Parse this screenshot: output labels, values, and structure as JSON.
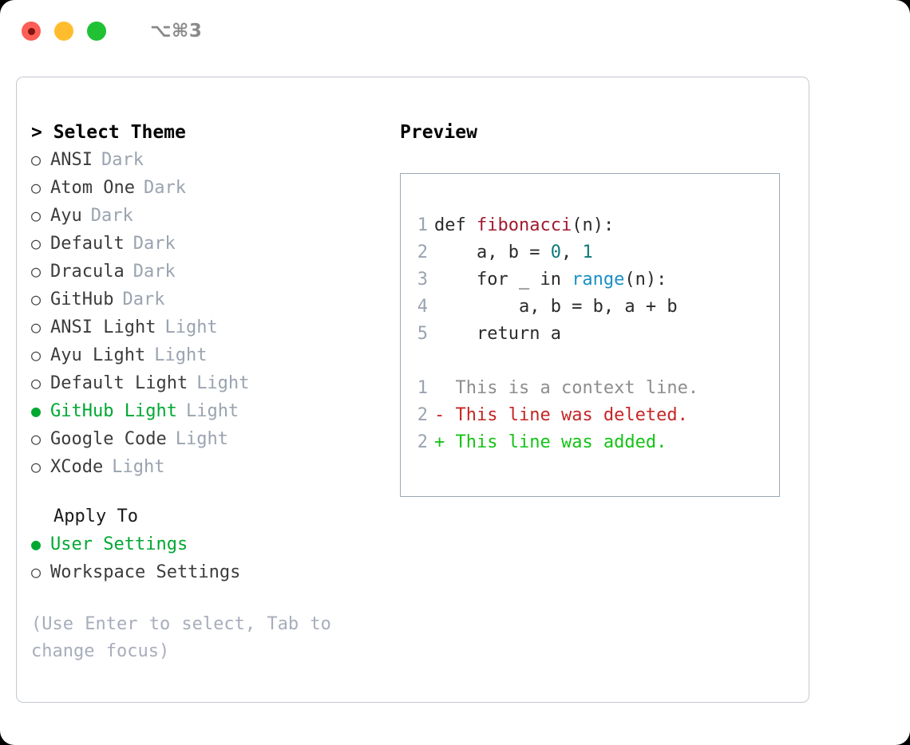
{
  "titlebar": {
    "shortcut": "⌥⌘3",
    "dots": [
      {
        "name": "close",
        "color": "#fd5e55"
      },
      {
        "name": "minimize",
        "color": "#ffbd2e"
      },
      {
        "name": "maximize",
        "color": "#21c135"
      }
    ]
  },
  "theme_list": {
    "header": "> Select Theme",
    "items": [
      {
        "marker": "○",
        "label": "ANSI",
        "variant": "Dark",
        "selected": false
      },
      {
        "marker": "○",
        "label": "Atom One",
        "variant": "Dark",
        "selected": false
      },
      {
        "marker": "○",
        "label": "Ayu",
        "variant": "Dark",
        "selected": false
      },
      {
        "marker": "○",
        "label": "Default",
        "variant": "Dark",
        "selected": false
      },
      {
        "marker": "○",
        "label": "Dracula",
        "variant": "Dark",
        "selected": false
      },
      {
        "marker": "○",
        "label": "GitHub",
        "variant": "Dark",
        "selected": false
      },
      {
        "marker": "○",
        "label": "ANSI Light",
        "variant": "Light",
        "selected": false
      },
      {
        "marker": "○",
        "label": "Ayu Light",
        "variant": "Light",
        "selected": false
      },
      {
        "marker": "○",
        "label": "Default Light",
        "variant": "Light",
        "selected": false
      },
      {
        "marker": "●",
        "label": "GitHub Light",
        "variant": "Light",
        "selected": true
      },
      {
        "marker": "○",
        "label": "Google Code",
        "variant": "Light",
        "selected": false
      },
      {
        "marker": "○",
        "label": "XCode",
        "variant": "Light",
        "selected": false
      }
    ]
  },
  "apply_to": {
    "header": "Apply To",
    "items": [
      {
        "marker": "●",
        "label": "User Settings",
        "selected": true
      },
      {
        "marker": "○",
        "label": "Workspace Settings",
        "selected": false
      }
    ]
  },
  "hint": "(Use Enter to select, Tab to change focus)",
  "preview": {
    "title": "Preview",
    "code_lines": [
      {
        "no": "1",
        "parts": [
          {
            "t": "def ",
            "c": "plain"
          },
          {
            "t": "fibonacci",
            "c": "fn"
          },
          {
            "t": "(n):",
            "c": "plain"
          }
        ]
      },
      {
        "no": "2",
        "parts": [
          {
            "t": "    a, b = ",
            "c": "plain"
          },
          {
            "t": "0",
            "c": "num"
          },
          {
            "t": ", ",
            "c": "plain"
          },
          {
            "t": "1",
            "c": "num"
          }
        ]
      },
      {
        "no": "3",
        "parts": [
          {
            "t": "    for _ in ",
            "c": "plain"
          },
          {
            "t": "range",
            "c": "kw"
          },
          {
            "t": "(n):",
            "c": "plain"
          }
        ]
      },
      {
        "no": "4",
        "parts": [
          {
            "t": "        a, b = b, a + b",
            "c": "plain"
          }
        ]
      },
      {
        "no": "5",
        "parts": [
          {
            "t": "    return a",
            "c": "plain"
          }
        ]
      }
    ],
    "diff_lines": [
      {
        "no": "1",
        "marker": "  ",
        "text": "This is a context line.",
        "kind": "ctx"
      },
      {
        "no": "2",
        "marker": "- ",
        "text": "This line was deleted.",
        "kind": "del"
      },
      {
        "no": "2",
        "marker": "+ ",
        "text": "This line was added.",
        "kind": "add"
      }
    ]
  },
  "colors": {
    "accent_green": "#00a832",
    "muted": "#9aa3b0",
    "fn": "#a01b2e",
    "num": "#0f7a78",
    "kw": "#1a8fc4",
    "diff_add": "#15c315",
    "diff_del": "#c62626",
    "border": "#c4c9d2",
    "preview_border": "#9aa8b5"
  }
}
